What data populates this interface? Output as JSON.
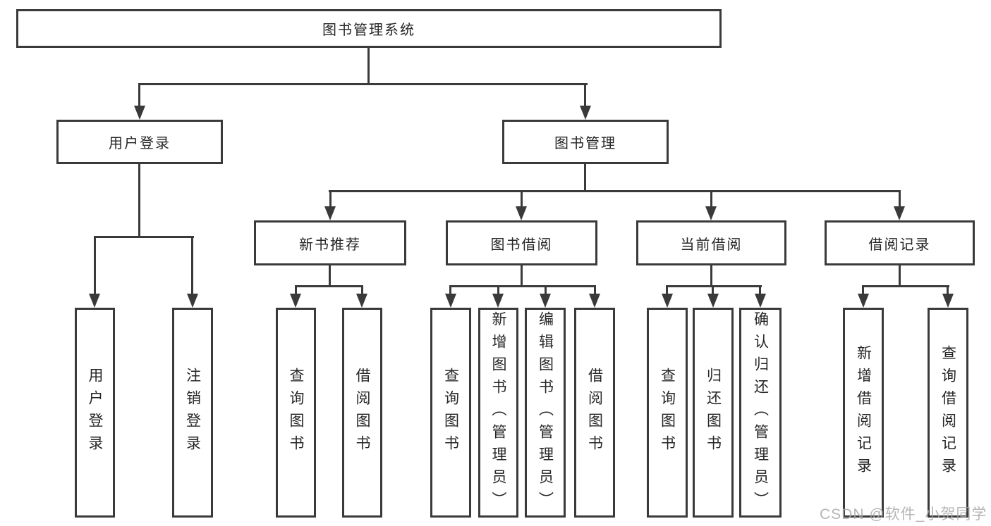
{
  "nodes": {
    "root": "图书管理系统",
    "l2_user_login": "用户登录",
    "l2_book_mgmt": "图书管理",
    "l3_new_book_rec": "新书推荐",
    "l3_book_borrow": "图书借阅",
    "l3_current_borrow": "当前借阅",
    "l3_borrow_record": "借阅记录",
    "leaf_user_login": "用户登录",
    "leaf_logout": "注销登录",
    "leaf_query_book_a": "查询图书",
    "leaf_borrow_book_a": "借阅图书",
    "leaf_query_book_b": "查询图书",
    "leaf_add_book": "新增图书（管理员）",
    "leaf_edit_book": "编辑图书（管理员）",
    "leaf_borrow_book_b": "借阅图书",
    "leaf_query_book_c": "查询图书",
    "leaf_return_book": "归还图书",
    "leaf_confirm_return": "确认归还（管理员）",
    "leaf_add_record": "新增借阅记录",
    "leaf_query_record": "查询借阅记录"
  },
  "watermark": "CSDN @软件_小贺同学",
  "colors": {
    "line": "#3a3a3a",
    "text": "#262626",
    "watermark": "#a9a9a9",
    "background": "#ffffff"
  }
}
